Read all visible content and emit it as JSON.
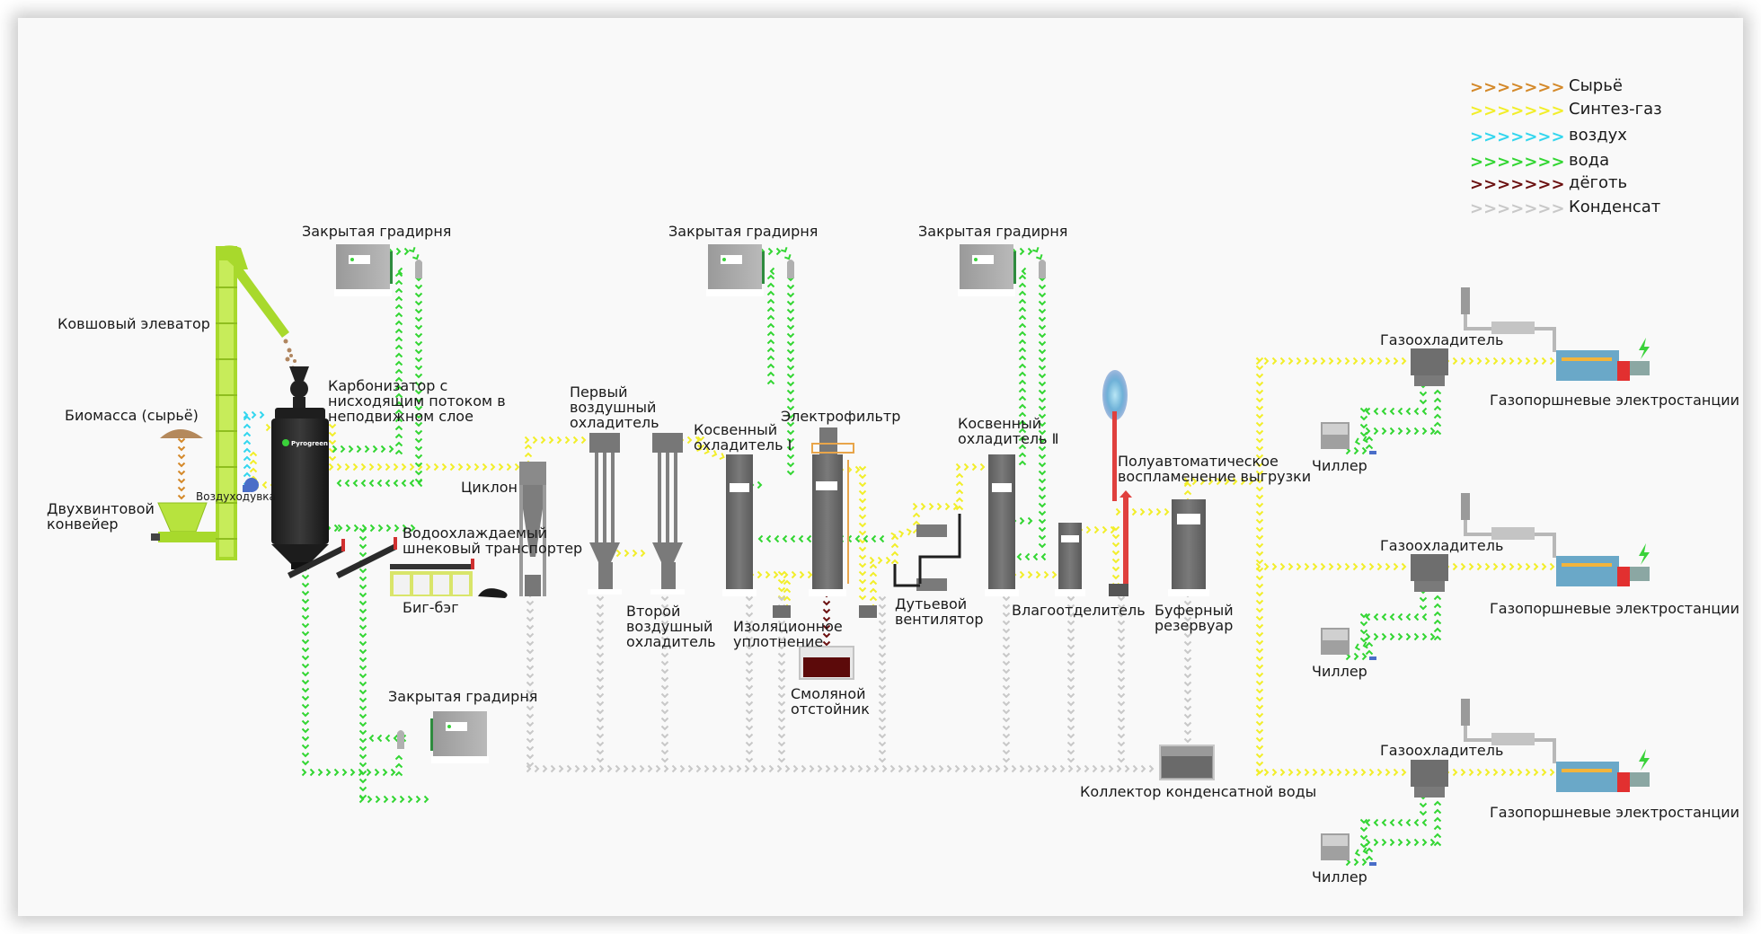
{
  "legend": {
    "items": [
      {
        "key": "raw",
        "label": "Сырьё",
        "color": "#d4892a"
      },
      {
        "key": "syngas",
        "label": "Синтез-газ",
        "color": "#f2ee2a"
      },
      {
        "key": "air",
        "label": "воздух",
        "color": "#33d6ee"
      },
      {
        "key": "water",
        "label": "вода",
        "color": "#33d633"
      },
      {
        "key": "tar",
        "label": "дёготь",
        "color": "#6b1010"
      },
      {
        "key": "condensate",
        "label": "Конденсат",
        "color": "#c8c8c8"
      }
    ],
    "arrow_glyph": "›"
  },
  "labels": {
    "bucket_elevator": "Ковшовый элеватор",
    "biomass": "Биомасса (сырьё)",
    "twin_screw_line1": "Двухвинтовой",
    "twin_screw_line2": "конвейер",
    "blower": "Воздуходувка",
    "carbonizer_line1": "Карбонизатор с",
    "carbonizer_line2": "нисходящим потоком в",
    "carbonizer_line3": "неподвижном слое",
    "cooling_tower_1": "Закрытая градирня",
    "cooling_tower_2": "Закрытая градирня",
    "cooling_tower_3": "Закрытая градирня",
    "cooling_tower_4": "Закрытая градирня",
    "cyclone": "Циклон",
    "water_screw_line1": "Водоохлаждаемый",
    "water_screw_line2": "шнековый транспортер",
    "big_bag": "Биг-бэг",
    "first_air_cooler_line1": "Первый",
    "first_air_cooler_line2": "воздушный",
    "first_air_cooler_line3": "охладитель",
    "second_air_cooler_line1": "Второй",
    "second_air_cooler_line2": "воздушный",
    "second_air_cooler_line3": "охладитель",
    "indirect_cooler_1_line1": "Косвенный",
    "indirect_cooler_1_line2": "охладитель Ⅰ",
    "electrofilter": "Электрофильтр",
    "isolation_seal_line1": "Изоляционное",
    "isolation_seal_line2": "уплотнение",
    "tar_tank_line1": "Смоляной",
    "tar_tank_line2": "отстойник",
    "blower_fan_line1": "Дутьевой",
    "blower_fan_line2": "вентилятор",
    "indirect_cooler_2_line1": "Косвенный",
    "indirect_cooler_2_line2": "охладитель Ⅱ",
    "moisture_separator": "Влагоотделитель",
    "flare_line1": "Полуавтоматическое",
    "flare_line2": "воспламенение выгрузки",
    "buffer_tank_line1": "Буферный",
    "buffer_tank_line2": "резервуар",
    "condensate_collector": "Коллектор конденсатной воды",
    "gas_cooler_1": "Газоохладитель",
    "gas_cooler_2": "Газоохладитель",
    "gas_cooler_3": "Газоохладитель",
    "gas_engine_1": "Газопоршневые электростанции",
    "gas_engine_2": "Газопоршневые электростанции",
    "gas_engine_3": "Газопоршневые электростанции",
    "chiller_1": "Чиллер",
    "chiller_2": "Чиллер",
    "chiller_3": "Чиллер",
    "brand": "Pyrogreen"
  }
}
